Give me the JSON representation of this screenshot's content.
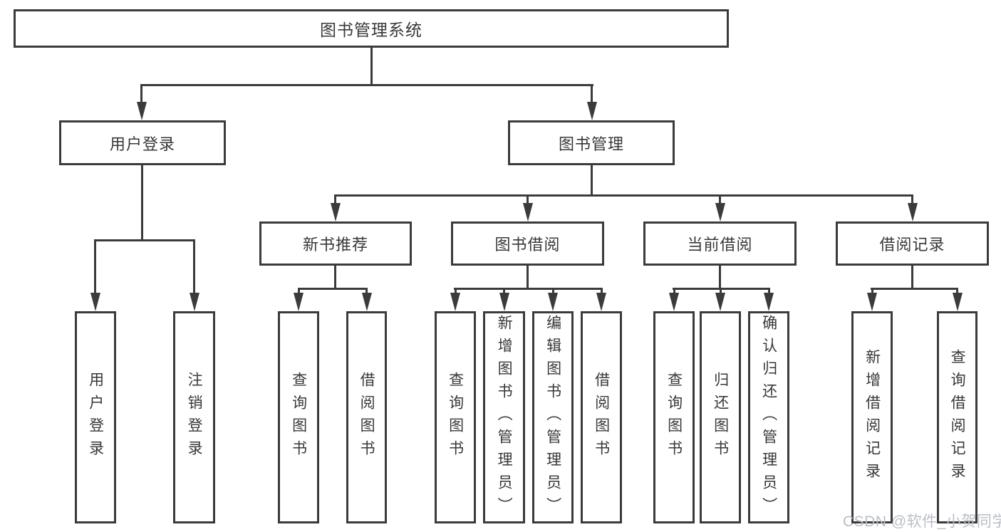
{
  "diagram": {
    "title": "图书管理系统",
    "tree": {
      "label": "图书管理系统",
      "children": [
        {
          "label": "用户登录",
          "children": [
            {
              "label": "用户登录"
            },
            {
              "label": "注销登录"
            }
          ]
        },
        {
          "label": "图书管理",
          "children": [
            {
              "label": "新书推荐",
              "children": [
                {
                  "label": "查询图书"
                },
                {
                  "label": "借阅图书"
                }
              ]
            },
            {
              "label": "图书借阅",
              "children": [
                {
                  "label": "查询图书"
                },
                {
                  "label": "新增图书（管理员）"
                },
                {
                  "label": "编辑图书（管理员）"
                },
                {
                  "label": "借阅图书"
                }
              ]
            },
            {
              "label": "当前借阅",
              "children": [
                {
                  "label": "查询图书"
                },
                {
                  "label": "归还图书"
                },
                {
                  "label": "确认归还（管理员）"
                }
              ]
            },
            {
              "label": "借阅记录",
              "children": [
                {
                  "label": "新增借阅记录"
                },
                {
                  "label": "查询借阅记录"
                }
              ]
            }
          ]
        }
      ]
    },
    "watermark": "CSDN @软件_小贺同学",
    "colors": {
      "line": "#3b3b3b",
      "text": "#383838",
      "background": "#ffffff",
      "watermark": "#b9bec8"
    }
  }
}
